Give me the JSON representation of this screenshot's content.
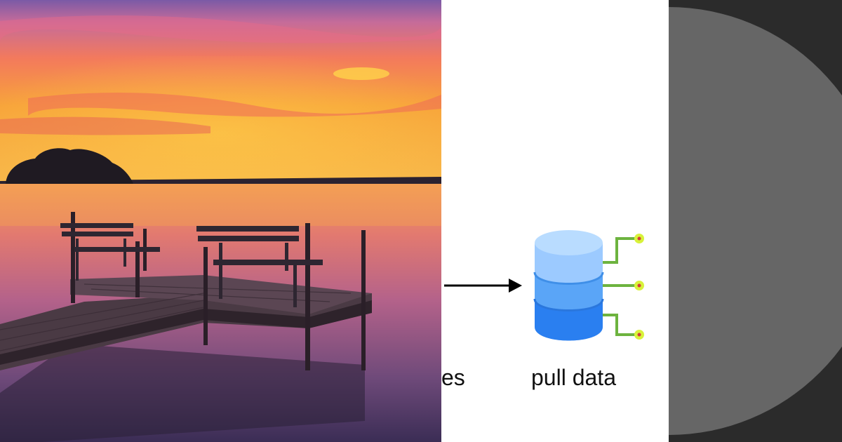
{
  "diagram": {
    "partial_label": "es",
    "node_label": "pull data",
    "node_icon": "database-icon",
    "node_colors": {
      "top": "#b9dcff",
      "middle": "#5aa5f7",
      "bottom": "#2a7ff0",
      "connectors": "#6db33f",
      "ports": "#d8f23a"
    }
  },
  "photo": {
    "subject": "sunset-dock-photo"
  },
  "dark_panel": {
    "shape": "gray-circle-segment",
    "background": "#2b2b2b",
    "circle_color": "#666666"
  }
}
